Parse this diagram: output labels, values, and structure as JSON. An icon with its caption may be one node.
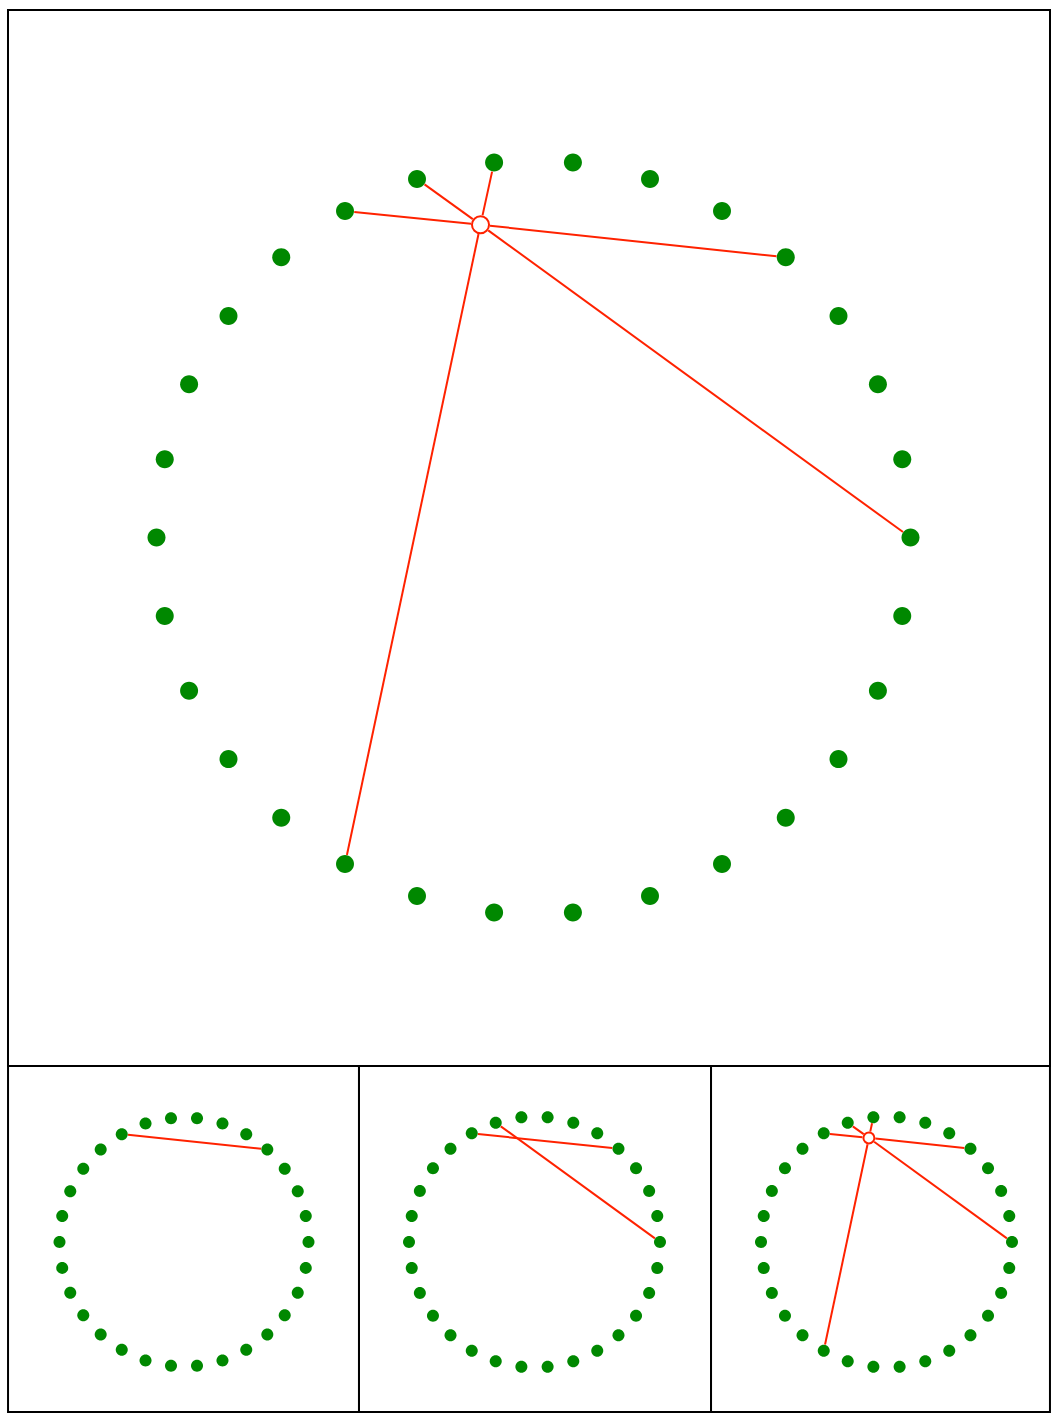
{
  "diagram": {
    "nodes": [
      {
        "text": [],
        "shape": "box"
      },
      {
        "text": [],
        "shape": "circle",
        "in": 0
      },
      {
        "text": [],
        "shape": "circle",
        "in": 0
      },
      {
        "text": [],
        "shape": "circle",
        "in": 0
      },
      {
        "text": [],
        "shape": "circle",
        "in": 0
      },
      {
        "text": [],
        "shape": "circle",
        "in": 0
      },
      {
        "text": [],
        "shape": "circle",
        "in": 0
      },
      {
        "text": [],
        "shape": "circle",
        "in": 0
      },
      {
        "text": [],
        "shape": "circle",
        "in": 0
      },
      {
        "text": [],
        "shape": "circle",
        "in": 0
      },
      {
        "text": [],
        "shape": "circle",
        "in": 0
      },
      {
        "text": [],
        "shape": "circle",
        "in": 0
      },
      {
        "text": [],
        "shape": "circle",
        "in": 0
      },
      {
        "text": [],
        "shape": "circle",
        "in": 0
      },
      {
        "text": [],
        "shape": "circle",
        "in": 0
      },
      {
        "text": [],
        "shape": "circle",
        "in": 0
      },
      {
        "text": [],
        "shape": "circle",
        "in": 0
      },
      {
        "text": [],
        "shape": "circle",
        "in": 0
      },
      {
        "text": [],
        "shape": "circle",
        "in": 0
      },
      {
        "text": [],
        "shape": "circle",
        "in": 0
      },
      {
        "text": [],
        "shape": "circle",
        "in": 0
      },
      {
        "text": [],
        "shape": "circle",
        "in": 0
      },
      {
        "text": [],
        "shape": "circle",
        "in": 0
      },
      {
        "text": [],
        "shape": "circle",
        "in": 0
      },
      {
        "text": [],
        "shape": "circle",
        "in": 0
      },
      {
        "text": [],
        "shape": "circle",
        "in": 0
      },
      {
        "text": [],
        "shape": "circle",
        "in": 0
      },
      {
        "text": [],
        "shape": "circle",
        "in": 0
      },
      {
        "text": [],
        "shape": "circle",
        "in": 0
      },
      {
        "text": [],
        "shape": "circle",
        "in": 0
      },
      {
        "text": [],
        "shape": "circle",
        "in": 0
      },
      {
        "text": [],
        "shape": "circle",
        "in": 0
      },
      {
        "text": [],
        "shape": "box"
      },
      {
        "text": [],
        "shape": "circle",
        "in": 32
      },
      {
        "text": [],
        "shape": "circle",
        "in": 32
      },
      {
        "text": [],
        "shape": "circle",
        "in": 32
      },
      {
        "text": [],
        "shape": "circle",
        "in": 32
      },
      {
        "text": [],
        "shape": "circle",
        "in": 32
      },
      {
        "text": [],
        "shape": "circle",
        "in": 32
      },
      {
        "text": [],
        "shape": "circle",
        "in": 32
      },
      {
        "text": [],
        "shape": "circle",
        "in": 32
      },
      {
        "text": [],
        "shape": "circle",
        "in": 32
      },
      {
        "text": [],
        "shape": "circle",
        "in": 32
      },
      {
        "text": [],
        "shape": "circle",
        "in": 32
      },
      {
        "text": [],
        "shape": "circle",
        "in": 32
      },
      {
        "text": [],
        "shape": "circle",
        "in": 32
      },
      {
        "text": [],
        "shape": "circle",
        "in": 32
      },
      {
        "text": [],
        "shape": "circle",
        "in": 32
      },
      {
        "text": [],
        "shape": "circle",
        "in": 32
      },
      {
        "text": [],
        "shape": "circle",
        "in": 32
      },
      {
        "text": [],
        "shape": "circle",
        "in": 32
      },
      {
        "text": [],
        "shape": "circle",
        "in": 32
      },
      {
        "text": [],
        "shape": "circle",
        "in": 32
      },
      {
        "text": [],
        "shape": "circle",
        "in": 32
      },
      {
        "text": [],
        "shape": "circle",
        "in": 32
      },
      {
        "text": [],
        "shape": "circle",
        "in": 32
      },
      {
        "text": [],
        "shape": "circle",
        "in": 32
      },
      {
        "text": [],
        "shape": "circle",
        "in": 32
      },
      {
        "text": [],
        "shape": "circle",
        "in": 32
      },
      {
        "text": [],
        "shape": "circle",
        "in": 32
      },
      {
        "text": [],
        "shape": "circle",
        "in": 32
      },
      {
        "text": [],
        "shape": "circle",
        "in": 32
      },
      {
        "text": [],
        "shape": "circle",
        "in": 32
      },
      {
        "text": [],
        "shape": "box"
      },
      {
        "text": [],
        "shape": "circle",
        "in": 63
      },
      {
        "text": [],
        "shape": "circle",
        "in": 63
      },
      {
        "text": [],
        "shape": "circle",
        "in": 63
      },
      {
        "text": [],
        "shape": "circle",
        "in": 63
      },
      {
        "text": [],
        "shape": "circle",
        "in": 63
      },
      {
        "text": [],
        "shape": "circle",
        "in": 63
      },
      {
        "text": [],
        "shape": "circle",
        "in": 63
      },
      {
        "text": [],
        "shape": "circle",
        "in": 63
      },
      {
        "text": [],
        "shape": "circle",
        "in": 63
      },
      {
        "text": [],
        "shape": "circle",
        "in": 63
      },
      {
        "text": [],
        "shape": "circle",
        "in": 63
      },
      {
        "text": [],
        "shape": "circle",
        "in": 63
      },
      {
        "text": [],
        "shape": "circle",
        "in": 63
      },
      {
        "text": [],
        "shape": "circle",
        "in": 63
      },
      {
        "text": [],
        "shape": "circle",
        "in": 63
      },
      {
        "text": [],
        "shape": "circle",
        "in": 63
      },
      {
        "text": [],
        "shape": "circle",
        "in": 63
      },
      {
        "text": [],
        "shape": "circle",
        "in": 63
      },
      {
        "text": [],
        "shape": "circle",
        "in": 63
      },
      {
        "text": [],
        "shape": "circle",
        "in": 63
      },
      {
        "text": [],
        "shape": "circle",
        "in": 63
      },
      {
        "text": [],
        "shape": "circle",
        "in": 63
      },
      {
        "text": [],
        "shape": "circle",
        "in": 63
      },
      {
        "text": [],
        "shape": "circle",
        "in": 63
      },
      {
        "text": [],
        "shape": "circle",
        "in": 63
      },
      {
        "text": [],
        "shape": "circle",
        "in": 63
      },
      {
        "text": [],
        "shape": "circle",
        "in": 63
      },
      {
        "text": [],
        "shape": "circle",
        "in": 63
      },
      {
        "text": [],
        "shape": "circle",
        "in": 63
      },
      {
        "text": [],
        "shape": "circle",
        "in": 63
      },
      {
        "text": [],
        "shape": "box"
      },
      {
        "text": [],
        "shape": "circle",
        "in": 94
      },
      {
        "text": [],
        "shape": "circle",
        "in": 94
      },
      {
        "text": [],
        "shape": "circle",
        "in": 94
      },
      {
        "text": [],
        "shape": "circle",
        "in": 94
      },
      {
        "text": [],
        "shape": "circle",
        "in": 94
      },
      {
        "text": [],
        "shape": "circle",
        "in": 94
      },
      {
        "text": [],
        "shape": "circle",
        "in": 94
      },
      {
        "text": [],
        "shape": "circle",
        "in": 94
      },
      {
        "text": [],
        "shape": "circle",
        "in": 94
      },
      {
        "text": [],
        "shape": "circle",
        "in": 94
      },
      {
        "text": [],
        "shape": "circle",
        "in": 94
      },
      {
        "text": [],
        "shape": "circle",
        "in": 94
      },
      {
        "text": [],
        "shape": "circle",
        "in": 94
      },
      {
        "text": [],
        "shape": "circle",
        "in": 94
      },
      {
        "text": [],
        "shape": "circle",
        "in": 94
      },
      {
        "text": [],
        "shape": "circle",
        "in": 94
      },
      {
        "text": [],
        "shape": "circle",
        "in": 94
      },
      {
        "text": [],
        "shape": "circle",
        "in": 94
      },
      {
        "text": [],
        "shape": "circle",
        "in": 94
      },
      {
        "text": [],
        "shape": "circle",
        "in": 94
      },
      {
        "text": [],
        "shape": "circle",
        "in": 94
      },
      {
        "text": [],
        "shape": "circle",
        "in": 94
      },
      {
        "text": [],
        "shape": "circle",
        "in": 94
      },
      {
        "text": [],
        "shape": "circle",
        "in": 94
      },
      {
        "text": [],
        "shape": "circle",
        "in": 94
      },
      {
        "text": [],
        "shape": "circle",
        "in": 94
      },
      {
        "text": [],
        "shape": "circle",
        "in": 94
      },
      {
        "text": [],
        "shape": "circle",
        "in": 94
      },
      {
        "text": [],
        "shape": "circle",
        "in": 94
      },
      {
        "text": [],
        "shape": "circle",
        "in": 94
      },
      {
        "text": [],
        "shape": "circle",
        "in": 94
      }
    ],
    "edges": [
      {
        "from": 29,
        "to": 31,
        "arrow": "none"
      },
      {
        "from": 31,
        "to": 5,
        "arrow": "none"
      },
      {
        "from": 30,
        "to": 31,
        "arrow": "none"
      },
      {
        "from": 31,
        "to": 9,
        "arrow": "none"
      },
      {
        "from": 1,
        "to": 31,
        "arrow": "none"
      },
      {
        "from": 31,
        "to": 19,
        "arrow": "none"
      },
      {
        "from": 61,
        "to": 37,
        "arrow": "none"
      },
      {
        "from": 92,
        "to": 68,
        "arrow": "none"
      },
      {
        "from": 93,
        "to": 72,
        "arrow": "none"
      },
      {
        "from": 123,
        "to": 125,
        "arrow": "none"
      },
      {
        "from": 125,
        "to": 99,
        "arrow": "none"
      },
      {
        "from": 124,
        "to": 125,
        "arrow": "none"
      },
      {
        "from": 125,
        "to": 103,
        "arrow": "none"
      },
      {
        "from": 95,
        "to": 125,
        "arrow": "none"
      },
      {
        "from": 125,
        "to": 113,
        "arrow": "none"
      }
    ]
  }
}
